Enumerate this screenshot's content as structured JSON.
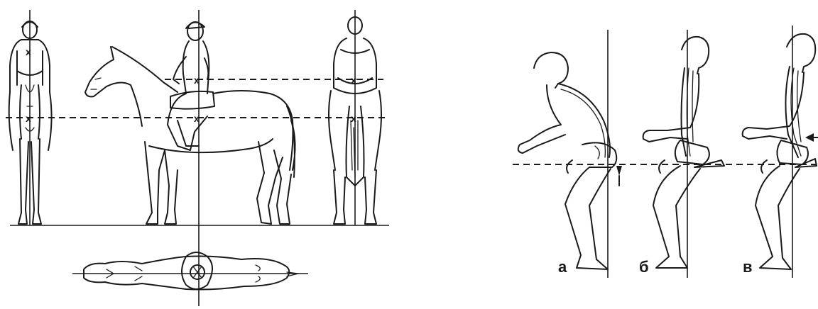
{
  "figure_left": {
    "views": [
      "front-view",
      "side-view",
      "back-view",
      "top-view"
    ],
    "center_mark": "x"
  },
  "figure_right": {
    "panels": [
      {
        "label": "а"
      },
      {
        "label": "б"
      },
      {
        "label": "в"
      }
    ]
  },
  "colors": {
    "ink": "#1a1a1a",
    "background": "#ffffff"
  }
}
